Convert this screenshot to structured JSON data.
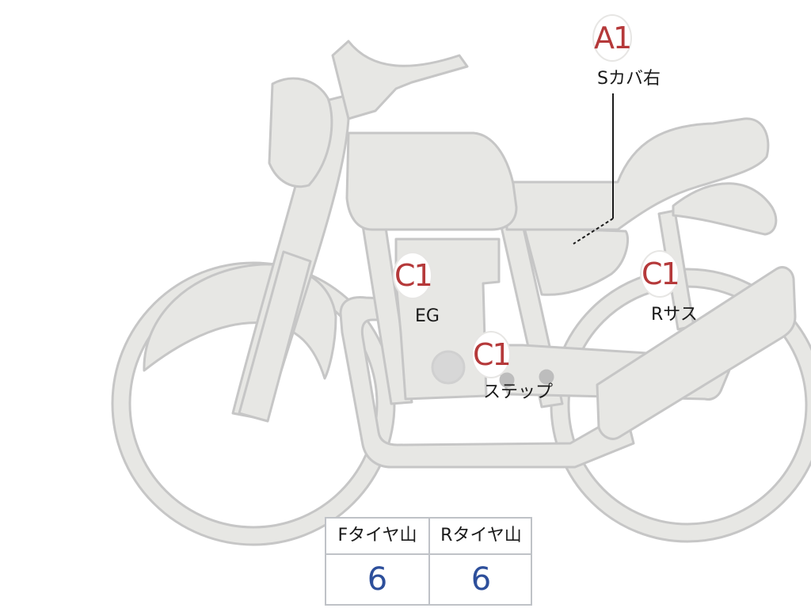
{
  "markers": {
    "a1": {
      "grade": "A1",
      "label": "Sカバ右"
    },
    "c1_eg": {
      "grade": "C1",
      "label": "EG"
    },
    "c1_step": {
      "grade": "C1",
      "label": "ステップ"
    },
    "c1_rsus": {
      "grade": "C1",
      "label": "Rサス"
    }
  },
  "tire_table": {
    "front_header": "Fタイヤ山",
    "rear_header": "Rタイヤ山",
    "front_value": "6",
    "rear_value": "6"
  },
  "colors": {
    "body_fill": "#e7e7e4",
    "outline": "#c6c6c6",
    "grade_red": "#b5393a",
    "value_blue": "#2d4f9b",
    "table_border": "#bfc2c7"
  }
}
